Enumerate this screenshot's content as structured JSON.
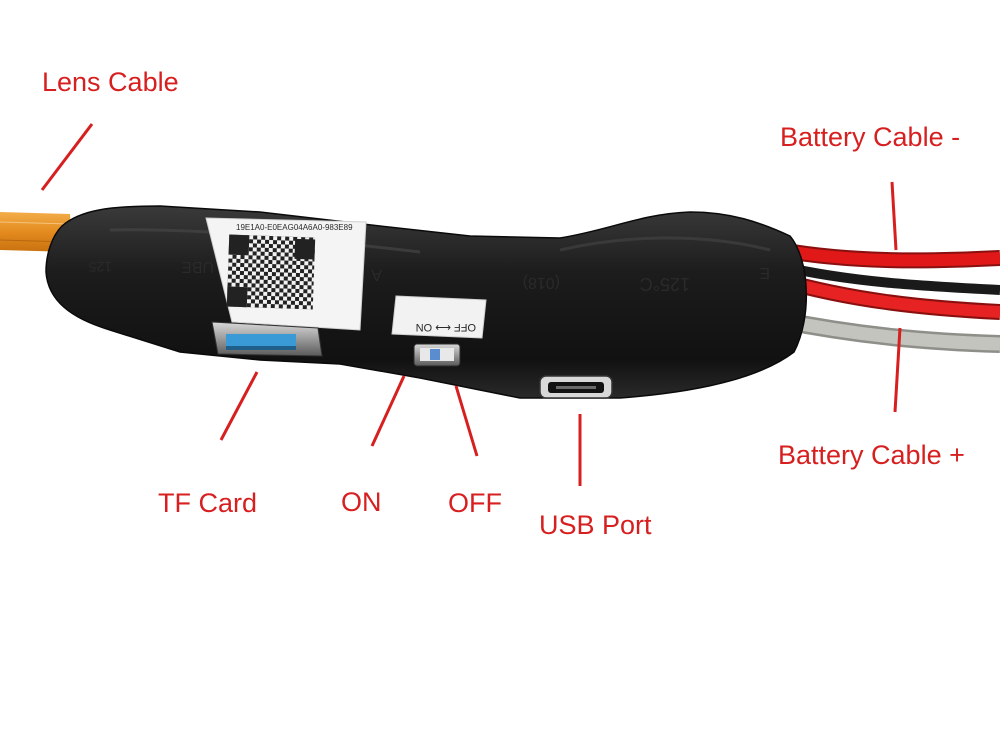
{
  "labels": {
    "lens_cable": "Lens Cable",
    "battery_neg": "Battery Cable -",
    "battery_pos": "Battery Cable +",
    "tf_card": "TF Card",
    "on": "ON",
    "off": "OFF",
    "usb_port": "USB Port"
  },
  "device": {
    "sticker_code": "19E1A0-E0EAG04A6A0-983E89",
    "switch_text": "OFF ⟷ ON",
    "print_left_1": "125",
    "print_left_2": "UBE",
    "print_mid_1": "A",
    "print_mid_2": "(018)",
    "print_right_1": "125°C",
    "print_right_2": "E"
  },
  "colors": {
    "label": "#d71f1f",
    "module": "#1b1b1b",
    "lens_cable": "#e8901f",
    "wire_red": "#e01818",
    "wire_black": "#222222",
    "wire_grey": "#b8b8b4"
  }
}
